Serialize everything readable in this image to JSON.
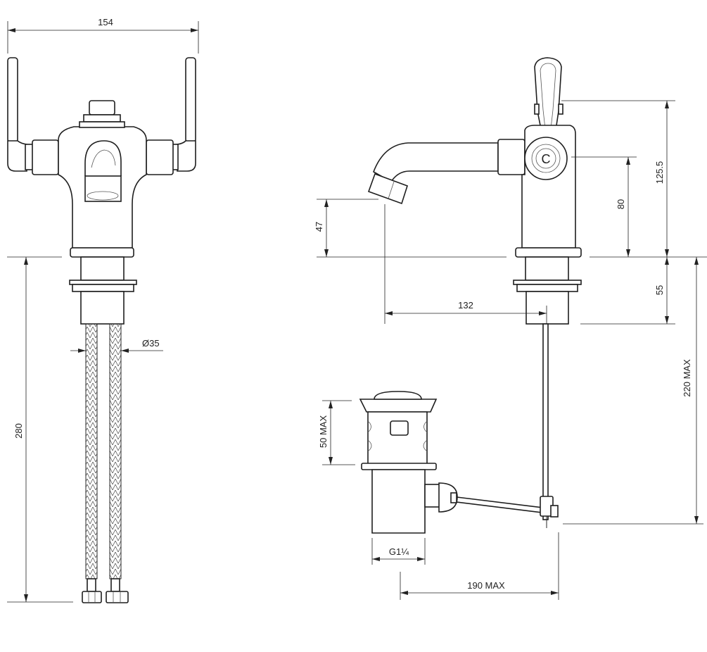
{
  "dimensions": {
    "front_width": "154",
    "supply_length": "280",
    "hose_diameter": "Ø35",
    "spout_height": "47",
    "spout_reach": "132",
    "spindle_height": "80",
    "lever_height": "125.5",
    "shank_length": "55",
    "rod_length": "220 MAX",
    "plug_height": "50 MAX",
    "waste_thread": "G1¼",
    "rod_reach": "190 MAX"
  },
  "hot_cold_marker": "C"
}
